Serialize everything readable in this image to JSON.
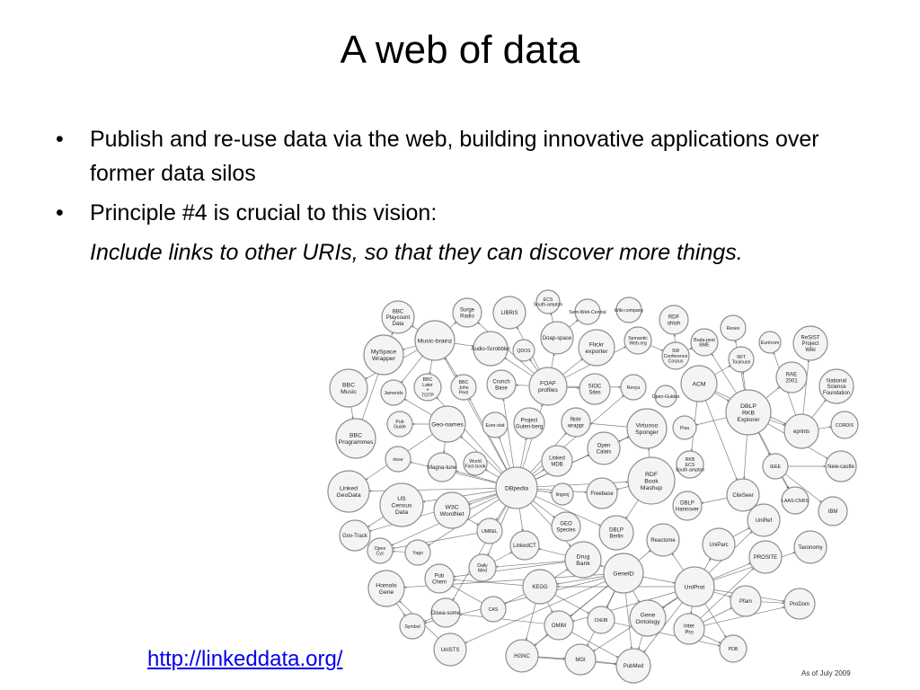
{
  "slide": {
    "title": "A web of data",
    "bullets": [
      "Publish and re-use data via the web, building innovative applications over former data silos",
      "Principle #4 is crucial to this vision:"
    ],
    "quote": "Include links to other URIs, so that they can discover more things.",
    "link": "http://linkeddata.org/"
  },
  "diagram": {
    "caption": "As of July 2009",
    "nodes": [
      {
        "id": "bbcplay",
        "label": "BBC Playcount Data"
      },
      {
        "id": "surge",
        "label": "Surge Radio"
      },
      {
        "id": "libris",
        "label": "LIBRIS"
      },
      {
        "id": "ecs",
        "label": "ECS South-ampton"
      },
      {
        "id": "semweb",
        "label": "Sem-Web-Central"
      },
      {
        "id": "wikico",
        "label": "Wiki-company"
      },
      {
        "id": "rdfohloh",
        "label": "RDF ohloh"
      },
      {
        "id": "myspace",
        "label": "MySpace Wrapper"
      },
      {
        "id": "musicbrainz",
        "label": "Music-brainz"
      },
      {
        "id": "audio",
        "label": "Audio-Scrobbler"
      },
      {
        "id": "qdos",
        "label": "QDOS"
      },
      {
        "id": "doap",
        "label": "Doap-space"
      },
      {
        "id": "flickrexp",
        "label": "Flickr exporter"
      },
      {
        "id": "semwebo",
        "label": "Semantic Web.org"
      },
      {
        "id": "budapest",
        "label": "Buda-pest BME"
      },
      {
        "id": "resex",
        "label": "Resex"
      },
      {
        "id": "eurecom",
        "label": "Eurécom"
      },
      {
        "id": "resist",
        "label": "ReSIST Project Wiki"
      },
      {
        "id": "swconf",
        "label": "SW Conference Corpus"
      },
      {
        "id": "irit",
        "label": "IRIT Toulouse"
      },
      {
        "id": "bbcmusic",
        "label": "BBC Music"
      },
      {
        "id": "jamendo",
        "label": "Jamendo"
      },
      {
        "id": "bbclater",
        "label": "BBC Later + TOTP"
      },
      {
        "id": "bbcjohn",
        "label": "BBC John Peel"
      },
      {
        "id": "crunch",
        "label": "Crunch Base"
      },
      {
        "id": "foaf",
        "label": "FOAF profiles"
      },
      {
        "id": "sioc",
        "label": "SIOC Sites"
      },
      {
        "id": "revyu",
        "label": "Revyu"
      },
      {
        "id": "openguides",
        "label": "Open-Guides"
      },
      {
        "id": "acm",
        "label": "ACM"
      },
      {
        "id": "rae",
        "label": "RAE 2001"
      },
      {
        "id": "nsf",
        "label": "National Science Foundation"
      },
      {
        "id": "pubguide",
        "label": "Pub Guide"
      },
      {
        "id": "geonames",
        "label": "Geo-names"
      },
      {
        "id": "eurostat",
        "label": "Euro-stat"
      },
      {
        "id": "gutenberg",
        "label": "Project Guten-berg"
      },
      {
        "id": "flickrwrappr",
        "label": "flickr wrappr"
      },
      {
        "id": "virtuoso",
        "label": "Virtuoso Sponger"
      },
      {
        "id": "pisa",
        "label": "Pisa"
      },
      {
        "id": "dblprkb",
        "label": "DBLP RKB Explorer"
      },
      {
        "id": "eprints",
        "label": "eprints"
      },
      {
        "id": "cordis",
        "label": "CORDIS"
      },
      {
        "id": "bbcprog",
        "label": "BBC Programmes"
      },
      {
        "id": "riese",
        "label": "riese"
      },
      {
        "id": "magnatune",
        "label": "Magna-tune"
      },
      {
        "id": "worldfact",
        "label": "World Fact-book"
      },
      {
        "id": "linkedmdb",
        "label": "Linked MDB"
      },
      {
        "id": "opencalais",
        "label": "Open Calais"
      },
      {
        "id": "rkbecs",
        "label": "RKB ECS South-ampton"
      },
      {
        "id": "ieee",
        "label": "IEEE"
      },
      {
        "id": "newcastle",
        "label": "New-castle"
      },
      {
        "id": "linkedgeo",
        "label": "Linked GeoData"
      },
      {
        "id": "uscensus",
        "label": "US Census Data"
      },
      {
        "id": "w3cwordnet",
        "label": "W3C WordNet"
      },
      {
        "id": "dbpedia",
        "label": "DBpedia"
      },
      {
        "id": "lingvoj",
        "label": "lingvoj"
      },
      {
        "id": "freebase",
        "label": "Freebase"
      },
      {
        "id": "rdfbook",
        "label": "RDF Book Mashup"
      },
      {
        "id": "dblphann",
        "label": "DBLP Hannover"
      },
      {
        "id": "citeseer",
        "label": "CiteSeer"
      },
      {
        "id": "laas",
        "label": "LAAS-CNRS"
      },
      {
        "id": "ibm",
        "label": "IBM"
      },
      {
        "id": "govtrack",
        "label": "Gov-Track"
      },
      {
        "id": "umbel",
        "label": "UMBEL"
      },
      {
        "id": "geospecies",
        "label": "GEO Species"
      },
      {
        "id": "dblpberlin",
        "label": "DBLP Berlin"
      },
      {
        "id": "reactome",
        "label": "Reactome"
      },
      {
        "id": "uniref",
        "label": "UniRef"
      },
      {
        "id": "opencyc",
        "label": "Open Cyc"
      },
      {
        "id": "yago",
        "label": "Yago"
      },
      {
        "id": "linkedct",
        "label": "LinkedCT"
      },
      {
        "id": "drugbank",
        "label": "Drug Bank"
      },
      {
        "id": "uniparc",
        "label": "UniParc"
      },
      {
        "id": "prosite",
        "label": "PROSITE"
      },
      {
        "id": "taxonomy",
        "label": "Taxonomy"
      },
      {
        "id": "homolo",
        "label": "Homolo Gene"
      },
      {
        "id": "pubchem",
        "label": "Pub Chem"
      },
      {
        "id": "dailymed",
        "label": "Daily Med"
      },
      {
        "id": "kegg",
        "label": "KEGG"
      },
      {
        "id": "geneid",
        "label": "GeneID"
      },
      {
        "id": "uniprot",
        "label": "UniProt"
      },
      {
        "id": "pfam",
        "label": "Pfam"
      },
      {
        "id": "prodom",
        "label": "ProDom"
      },
      {
        "id": "disease",
        "label": "Disea-some"
      },
      {
        "id": "cas",
        "label": "CAS"
      },
      {
        "id": "symbol",
        "label": "Symbol"
      },
      {
        "id": "omim",
        "label": "OMIM"
      },
      {
        "id": "chebi",
        "label": "ChEBI"
      },
      {
        "id": "geneonto",
        "label": "Gene Ontology"
      },
      {
        "id": "interpro",
        "label": "Inter Pro"
      },
      {
        "id": "pdb",
        "label": "PDB"
      },
      {
        "id": "unists",
        "label": "UniSTS"
      },
      {
        "id": "hgnc",
        "label": "HGNC"
      },
      {
        "id": "mgi",
        "label": "MGI"
      },
      {
        "id": "pubmed",
        "label": "PubMed"
      }
    ],
    "edges": [
      [
        "dbpedia",
        "geonames"
      ],
      [
        "dbpedia",
        "musicbrainz"
      ],
      [
        "dbpedia",
        "foaf"
      ],
      [
        "dbpedia",
        "freebase"
      ],
      [
        "dbpedia",
        "linkedmdb"
      ],
      [
        "dbpedia",
        "w3cwordnet"
      ],
      [
        "dbpedia",
        "uscensus"
      ],
      [
        "dbpedia",
        "yago"
      ],
      [
        "dbpedia",
        "opencyc"
      ],
      [
        "dbpedia",
        "umbel"
      ],
      [
        "dbpedia",
        "gutenberg"
      ],
      [
        "dbpedia",
        "eurostat"
      ],
      [
        "dbpedia",
        "worldfact"
      ],
      [
        "dbpedia",
        "flickrwrappr"
      ],
      [
        "dbpedia",
        "rdfbook"
      ],
      [
        "dbpedia",
        "opencalais"
      ],
      [
        "dbpedia",
        "linkedct"
      ],
      [
        "dbpedia",
        "drugbank"
      ],
      [
        "dbpedia",
        "disease"
      ],
      [
        "dbpedia",
        "dailymed"
      ],
      [
        "dbpedia",
        "crunch"
      ],
      [
        "dbpedia",
        "magnatune"
      ],
      [
        "dbpedia",
        "riese"
      ],
      [
        "dbpedia",
        "lingvoj"
      ],
      [
        "dbpedia",
        "linkedgeo"
      ],
      [
        "dbpedia",
        "geospecies"
      ],
      [
        "dbpedia",
        "govtrack"
      ],
      [
        "dbpedia",
        "virtuoso"
      ],
      [
        "dbpedia",
        "dblpberlin"
      ],
      [
        "dbpedia",
        "bbcjohn"
      ],
      [
        "dbpedia",
        "bbclater"
      ],
      [
        "dbpedia",
        "revyu"
      ],
      [
        "musicbrainz",
        "bbcmusic"
      ],
      [
        "musicbrainz",
        "myspace"
      ],
      [
        "musicbrainz",
        "audio"
      ],
      [
        "musicbrainz",
        "jamendo"
      ],
      [
        "musicbrainz",
        "bbcplay"
      ],
      [
        "musicbrainz",
        "surge"
      ],
      [
        "musicbrainz",
        "bbclater"
      ],
      [
        "musicbrainz",
        "bbcjohn"
      ],
      [
        "bbcmusic",
        "bbcprog"
      ],
      [
        "bbcprog",
        "bbcplay"
      ],
      [
        "geonames",
        "pubguide"
      ],
      [
        "geonames",
        "jamendo"
      ],
      [
        "geonames",
        "linkedgeo"
      ],
      [
        "geonames",
        "magnatune"
      ],
      [
        "foaf",
        "qdos"
      ],
      [
        "foaf",
        "sioc"
      ],
      [
        "foaf",
        "doap"
      ],
      [
        "foaf",
        "flickrexp"
      ],
      [
        "foaf",
        "revyu"
      ],
      [
        "foaf",
        "audio"
      ],
      [
        "foaf",
        "crunch"
      ],
      [
        "foaf",
        "semwebo"
      ],
      [
        "foaf",
        "libris"
      ],
      [
        "foaf",
        "surge"
      ],
      [
        "doap",
        "ecs"
      ],
      [
        "doap",
        "semweb"
      ],
      [
        "semwebo",
        "swconf"
      ],
      [
        "swconf",
        "budapest"
      ],
      [
        "swconf",
        "rdfohloh"
      ],
      [
        "acm",
        "dblprkb"
      ],
      [
        "acm",
        "rkbecs"
      ],
      [
        "acm",
        "irit"
      ],
      [
        "acm",
        "citeseer"
      ],
      [
        "acm",
        "eprints"
      ],
      [
        "dblprkb",
        "rae"
      ],
      [
        "dblprkb",
        "eprints"
      ],
      [
        "dblprkb",
        "ieee"
      ],
      [
        "dblprkb",
        "citeseer"
      ],
      [
        "dblprkb",
        "pisa"
      ],
      [
        "dblprkb",
        "newcastle"
      ],
      [
        "dblprkb",
        "laas"
      ],
      [
        "dblprkb",
        "resex"
      ],
      [
        "dblprkb",
        "irit"
      ],
      [
        "dblprkb",
        "budapest"
      ],
      [
        "eprints",
        "cordis"
      ],
      [
        "eprints",
        "nsf"
      ],
      [
        "eprints",
        "resist"
      ],
      [
        "eprints",
        "eurecom"
      ],
      [
        "ieee",
        "ibm"
      ],
      [
        "ieee",
        "newcastle"
      ],
      [
        "ieee",
        "laas"
      ],
      [
        "citeseer",
        "dblphann"
      ],
      [
        "rdfbook",
        "dblpberlin"
      ],
      [
        "rdfbook",
        "freebase"
      ],
      [
        "rdfbook",
        "virtuoso"
      ],
      [
        "virtuoso",
        "flickrwrappr"
      ],
      [
        "virtuoso",
        "opencalais"
      ],
      [
        "geneid",
        "kegg"
      ],
      [
        "geneid",
        "uniprot"
      ],
      [
        "geneid",
        "hgnc"
      ],
      [
        "geneid",
        "omim"
      ],
      [
        "geneid",
        "pubmed"
      ],
      [
        "geneid",
        "mgi"
      ],
      [
        "geneid",
        "reactome"
      ],
      [
        "geneid",
        "chebi"
      ],
      [
        "geneid",
        "geneonto"
      ],
      [
        "geneid",
        "homolo"
      ],
      [
        "geneid",
        "symbol"
      ],
      [
        "geneid",
        "unists"
      ],
      [
        "geneid",
        "drugbank"
      ],
      [
        "uniprot",
        "pfam"
      ],
      [
        "uniprot",
        "prosite"
      ],
      [
        "uniprot",
        "interpro"
      ],
      [
        "uniprot",
        "pdb"
      ],
      [
        "uniprot",
        "uniref"
      ],
      [
        "uniprot",
        "uniparc"
      ],
      [
        "uniprot",
        "taxonomy"
      ],
      [
        "uniprot",
        "geneonto"
      ],
      [
        "uniprot",
        "reactome"
      ],
      [
        "uniprot",
        "prodom"
      ],
      [
        "uniprot",
        "pubmed"
      ],
      [
        "uniprot",
        "omim"
      ],
      [
        "uniprot",
        "kegg"
      ],
      [
        "uniprot",
        "mgi"
      ],
      [
        "kegg",
        "cas"
      ],
      [
        "kegg",
        "pubchem"
      ],
      [
        "kegg",
        "chebi"
      ],
      [
        "kegg",
        "drugbank"
      ],
      [
        "kegg",
        "omim"
      ],
      [
        "kegg",
        "hgnc"
      ],
      [
        "interpro",
        "pfam"
      ],
      [
        "interpro",
        "prosite"
      ],
      [
        "interpro",
        "prodom"
      ],
      [
        "interpro",
        "pdb"
      ],
      [
        "pfam",
        "prodom"
      ],
      [
        "uniparc",
        "uniref"
      ],
      [
        "hgnc",
        "omim"
      ],
      [
        "hgnc",
        "mgi"
      ],
      [
        "hgnc",
        "pubmed"
      ],
      [
        "omim",
        "pubmed"
      ],
      [
        "omim",
        "disease"
      ],
      [
        "mgi",
        "pubmed"
      ],
      [
        "disease",
        "symbol"
      ],
      [
        "drugbank",
        "linkedct"
      ],
      [
        "drugbank",
        "dailymed"
      ],
      [
        "drugbank",
        "pubchem"
      ],
      [
        "dailymed",
        "linkedct"
      ],
      [
        "cas",
        "pubchem"
      ],
      [
        "homolo",
        "symbol"
      ],
      [
        "unists",
        "homolo"
      ],
      [
        "chebi",
        "pdb"
      ],
      [
        "geneonto",
        "pubmed"
      ],
      [
        "w3cwordnet",
        "umbel"
      ],
      [
        "uscensus",
        "govtrack"
      ],
      [
        "umbel",
        "opencyc"
      ],
      [
        "yago",
        "opencyc"
      ]
    ]
  }
}
